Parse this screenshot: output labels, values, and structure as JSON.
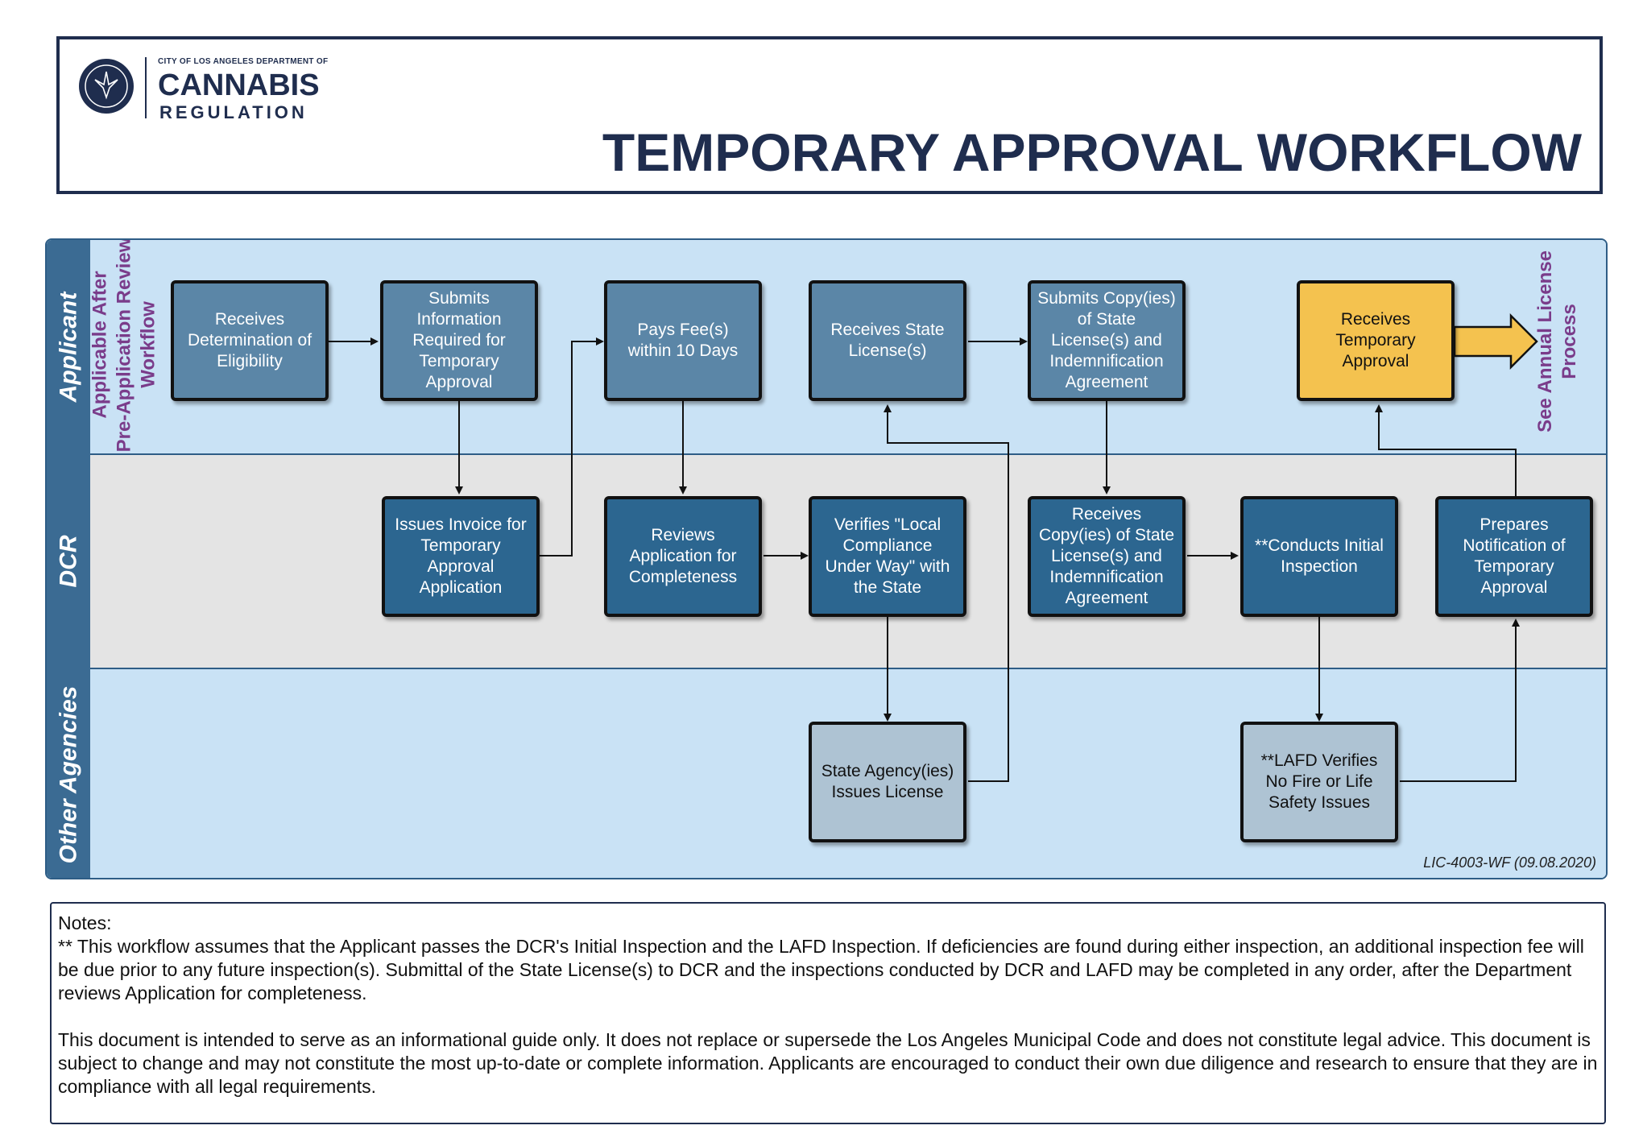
{
  "header": {
    "logo_small": "CITY OF LOS ANGELES DEPARTMENT OF",
    "logo_big": "CANNABIS",
    "logo_reg": "REGULATION",
    "title": "TEMPORARY APPROVAL WORKFLOW"
  },
  "lanes": {
    "applicant": "Applicant",
    "dcr": "DCR",
    "agencies": "Other Agencies"
  },
  "side_notes": {
    "left_line1": "Applicable After",
    "left_line2": "Pre-Application Review",
    "left_line3": "Workflow",
    "right_line1": "See Annual License",
    "right_line2": "Process"
  },
  "steps": {
    "a1": "Receives Determination of Eligibility",
    "a2": "Submits Information Required for Temporary Approval",
    "a3": "Pays Fee(s) within 10 Days",
    "a4": "Receives State License(s)",
    "a5": "Submits Copy(ies) of State License(s) and Indemnification Agreement",
    "a6": "Receives Temporary Approval",
    "d1": "Issues Invoice for Temporary Approval Application",
    "d2": "Reviews Application for Completeness",
    "d3": "Verifies  \"Local Compliance Under Way\" with the State",
    "d4": "Receives Copy(ies) of State License(s) and Indemnification Agreement",
    "d5": "**Conducts Initial Inspection",
    "d6": "Prepares Notification of Temporary Approval",
    "o1": "State Agency(ies) Issues License",
    "o2": "**LAFD Verifies No Fire or Life Safety Issues"
  },
  "doc_code": "LIC-4003-WF (09.08.2020)",
  "notes": {
    "heading": "Notes:",
    "p1": "** This workflow assumes that the Applicant passes the DCR's Initial Inspection and the LAFD Inspection.  If deficiencies are found during either inspection, an additional inspection fee will be due prior to any future inspection(s).  Submittal of the State License(s) to DCR and the inspections conducted by DCR and LAFD may be completed in any order, after the Department reviews Application for completeness.",
    "p2": "This document is intended to serve as an informational guide only. It does not replace or supersede the Los Angeles Municipal Code and does not constitute legal advice. This document is subject to change and may not constitute the most up-to-date or complete information.  Applicants are encouraged to conduct their own due diligence and research to ensure that they are in compliance with all legal requirements."
  },
  "colors": {
    "navy": "#1f2d4e",
    "lane_label": "#3b6b93",
    "applicant_lane": "#c9e2f5",
    "dcr_lane": "#e4e4e4",
    "gold": "#f4c24f",
    "purple_note": "#7a3c8a"
  }
}
